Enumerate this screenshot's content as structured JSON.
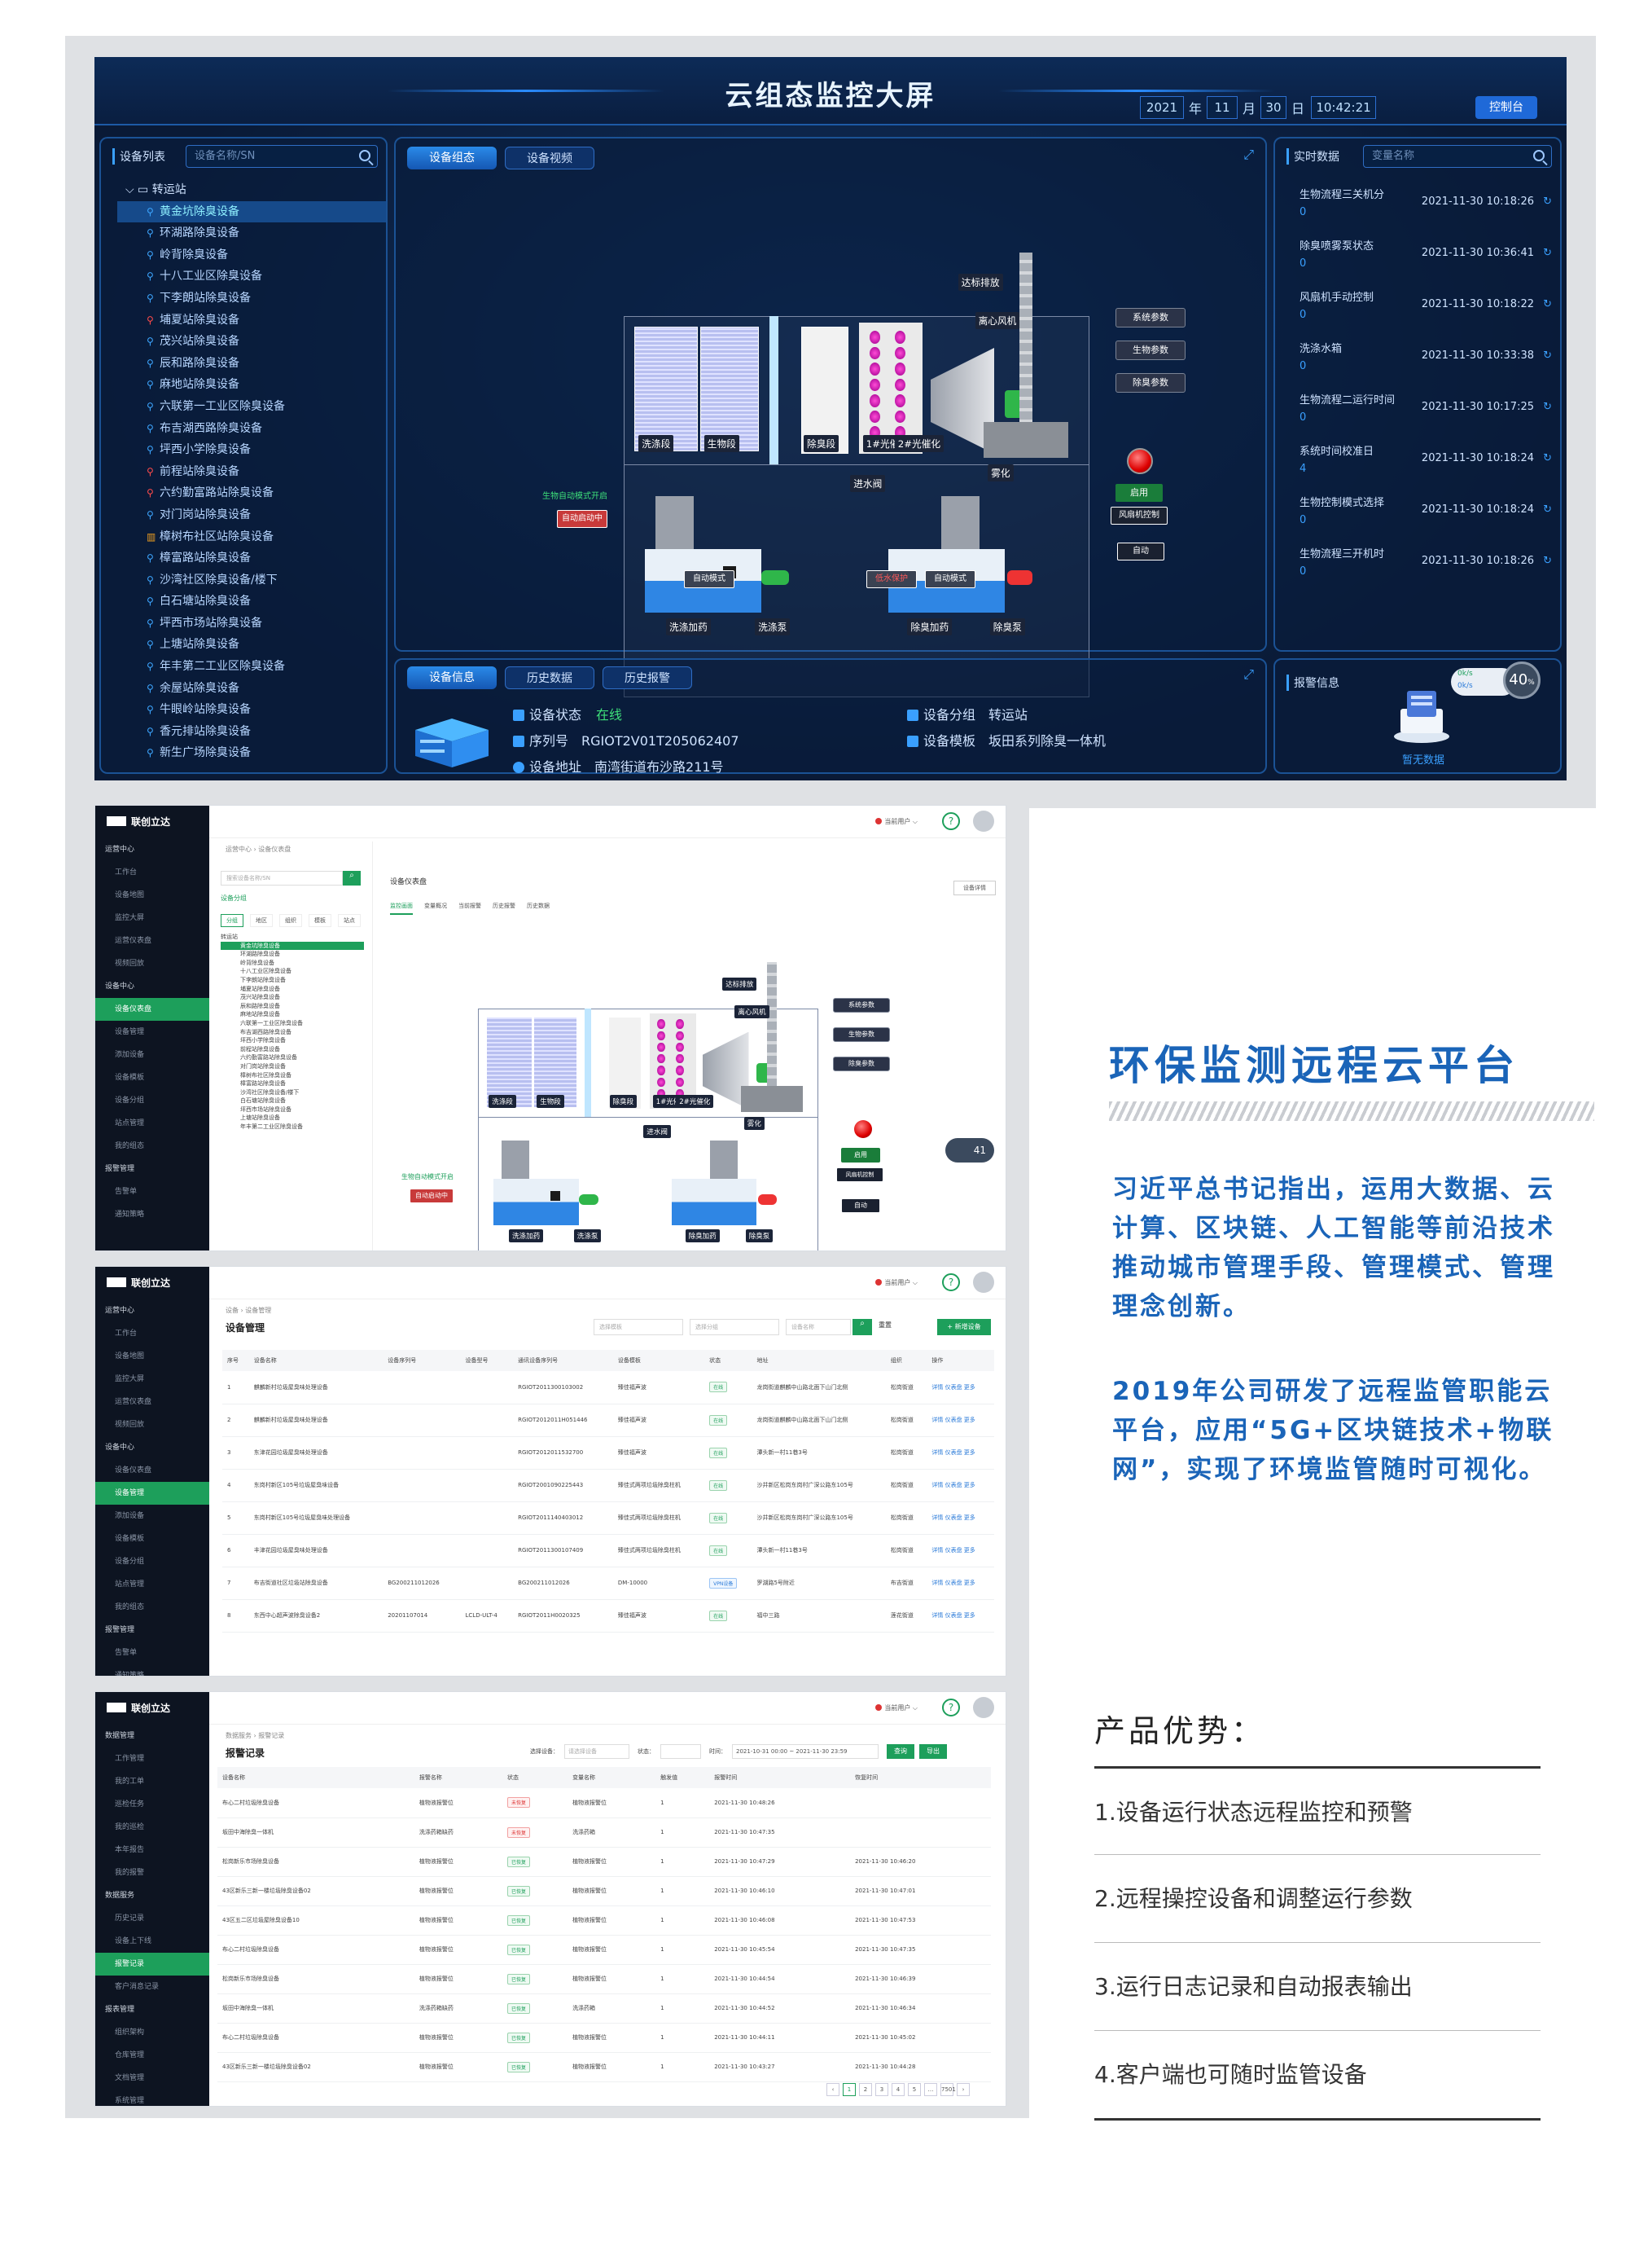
{
  "dashboard": {
    "title": "云组态监控大屏",
    "date": {
      "year": "2021",
      "year_unit": "年",
      "month": "11",
      "month_unit": "月",
      "day": "30",
      "day_unit": "日",
      "time": "10:42:21"
    },
    "control_btn": "控制台",
    "device_panel": {
      "title": "设备列表",
      "search_placeholder": "设备名称/SN",
      "root": "转运站",
      "items": [
        "黄金坑除臭设备",
        "环湖路除臭设备",
        "岭背除臭设备",
        "十八工业区除臭设备",
        "下李朗站除臭设备",
        "埔夏站除臭设备",
        "茂兴站除臭设备",
        "辰和路除臭设备",
        "麻地站除臭设备",
        "六联第一工业区除臭设备",
        "布吉湖西路除臭设备",
        "坪西小学除臭设备",
        "前程站除臭设备",
        "六约勤富路站除臭设备",
        "对门岗站除臭设备",
        "樟树布社区站除臭设备",
        "樟富路站除臭设备",
        "沙湾社区除臭设备/楼下",
        "白石塘站除臭设备",
        "坪西市场站除臭设备",
        "上塘站除臭设备",
        "年丰第二工业区除臭设备",
        "余屋站除臭设备",
        "牛眼岭站除臭设备",
        "香元排站除臭设备",
        "新生广场除臭设备"
      ]
    },
    "center_tabs": [
      "设备组态",
      "设备视频"
    ],
    "process": {
      "labels": [
        "洗涤段",
        "生物段",
        "除臭段",
        "1#光催化",
        "2#光催化",
        "达标排放",
        "离心风机",
        "进水阀",
        "雾化",
        "洗涤加药",
        "洗涤泵",
        "除臭加药",
        "除臭泵",
        "生物自动模式开启"
      ],
      "buttons": {
        "sys_param": "系统参数",
        "bio_param": "生物参数",
        "deodor_param": "除臭参数",
        "enable": "启用",
        "fan_ctrl": "风扇机控制",
        "auto": "自动",
        "auto_mode_1": "自动模式",
        "auto_mode_2": "自动模式",
        "stop_protect": "低水保护",
        "auto_start": "自动启动中"
      }
    },
    "realtime": {
      "title": "实时数据",
      "search_placeholder": "变量名称",
      "items": [
        {
          "name": "生物流程三关机分",
          "value": "0",
          "time": "2021-11-30 10:18:26"
        },
        {
          "name": "除臭喷雾泵状态",
          "value": "0",
          "time": "2021-11-30 10:36:41"
        },
        {
          "name": "风扇机手动控制",
          "value": "0",
          "time": "2021-11-30 10:18:22"
        },
        {
          "name": "洗涤水箱",
          "value": "0",
          "time": "2021-11-30 10:33:38"
        },
        {
          "name": "生物流程二运行时间",
          "value": "0",
          "time": "2021-11-30 10:17:25"
        },
        {
          "name": "系统时间校准日",
          "value": "4",
          "time": "2021-11-30 10:18:24"
        },
        {
          "name": "生物控制模式选择",
          "value": "0",
          "time": "2021-11-30 10:18:24"
        },
        {
          "name": "生物流程三开机时",
          "value": "0",
          "time": "2021-11-30 10:18:26"
        }
      ]
    },
    "info_tabs": [
      "设备信息",
      "历史数据",
      "历史报警"
    ],
    "info": {
      "status_label": "设备状态",
      "status": "在线",
      "sn_label": "序列号",
      "sn": "RGIOT2V01T205062407",
      "addr_label": "设备地址",
      "addr": "南湾街道布沙路211号",
      "group_label": "设备分组",
      "group": "转运站",
      "tpl_label": "设备模板",
      "tpl": "坂田系列除臭一体机"
    },
    "alarm": {
      "title": "报警信息",
      "empty": "暂无数据",
      "speed": "40",
      "speed_unit": "%",
      "net_up": "0k/s",
      "net_down": "0k/s"
    }
  },
  "shot1": {
    "brand": "联创立达",
    "crumb": "运营中心 › 设备仪表盘",
    "page": "设备仪表盘",
    "search": "搜索设备名称/SN",
    "group_tab": "设备分组",
    "filter_tabs": [
      "分组",
      "地区",
      "组织",
      "模板",
      "站点"
    ],
    "tabs": [
      "监控画面",
      "变量概况",
      "当前报警",
      "历史报警",
      "历史数据"
    ],
    "detail": "设备详情",
    "speed": "41",
    "menu": [
      "运营中心",
      "工作台",
      "设备地图",
      "监控大屏",
      "运营仪表盘",
      "视频回放",
      "设备中心",
      "设备仪表盘",
      "设备管理",
      "添加设备",
      "设备模板",
      "设备分组",
      "站点管理",
      "我的组态",
      "报警管理",
      "告警单",
      "通知策略"
    ],
    "tree_root": "转运站",
    "tree": [
      "黄金坑除臭设备",
      "环湖路除臭设备",
      "岭背除臭设备",
      "十八工业区除臭设备",
      "下李朗站除臭设备",
      "埔夏站除臭设备",
      "茂兴站除臭设备",
      "辰和路除臭设备",
      "麻地站除臭设备",
      "六联第一工业区除臭设备",
      "布吉湖西路除臭设备",
      "坪西小学除臭设备",
      "前程站除臭设备",
      "六约勤富路站除臭设备",
      "对门岗站除臭设备",
      "樟树布社区除臭设备",
      "樟富路站除臭设备",
      "沙湾社区除臭设备/楼下",
      "白石塘站除臭设备",
      "坪西市场站除臭设备",
      "上塘站除臭设备",
      "年丰第二工业区除臭设备"
    ]
  },
  "shot2": {
    "brand": "联创立达",
    "crumb": "设备 › 设备管理",
    "page": "设备管理",
    "filter1": "选择模板",
    "filter2": "选择分组",
    "filter3": "设备名称",
    "reset": "重置",
    "add": "+ 新增设备",
    "menu": [
      "运营中心",
      "工作台",
      "设备地图",
      "监控大屏",
      "运营仪表盘",
      "视频回放",
      "设备中心",
      "设备仪表盘",
      "设备管理",
      "添加设备",
      "设备模板",
      "设备分组",
      "站点管理",
      "我的组态",
      "报警管理",
      "告警单",
      "通知策略"
    ],
    "columns": [
      "序号",
      "设备名称",
      "设备序列号",
      "设备型号",
      "通讯设备序列号",
      "设备模板",
      "状态",
      "地址",
      "组织",
      "操作"
    ],
    "rows": [
      [
        "1",
        "麒麟新村垃圾屋臭味处理设备",
        "",
        "",
        "RGIOT2011300103002",
        "臻佳福声波",
        "在线",
        "龙岗街道麒麟中山路北面下山门北侧",
        "松岗街道",
        "详情 仪表盘 更多"
      ],
      [
        "2",
        "麒麟新村垃圾屋臭味处理设备",
        "",
        "",
        "RGIOT2012011H051446",
        "臻佳福声波",
        "在线",
        "龙岗街道麒麟中山路北面下山门北侧",
        "松岗街道",
        "详情 仪表盘 更多"
      ],
      [
        "3",
        "东津花园垃圾屋臭味处理设备",
        "",
        "",
        "RGIOT2012011532700",
        "臻佳福声波",
        "在线",
        "潭头新一村11巷3号",
        "松岗街道",
        "详情 仪表盘 更多"
      ],
      [
        "4",
        "东岗村新区105号垃圾屋臭味设备",
        "",
        "",
        "RGIOT2001090225443",
        "臻佳式两项垃圾除臭柱机",
        "在线",
        "沙井新区松岗东岗村广深公路东105号",
        "松岗街道",
        "详情 仪表盘 更多"
      ],
      [
        "5",
        "东岗村新区105号垃圾屋臭味处理设备",
        "",
        "",
        "RGIOT2011140403012",
        "臻佳式两项垃圾除臭柱机",
        "在线",
        "沙井新区松岗东岗村广深公路东105号",
        "松岗街道",
        "详情 仪表盘 更多"
      ],
      [
        "6",
        "丰津花园垃圾屋臭味处理设备",
        "",
        "",
        "RGIOT2011300107409",
        "臻佳式两项垃圾除臭柱机",
        "在线",
        "潭头新一村11巷3号",
        "松岗街道",
        "详情 仪表盘 更多"
      ],
      [
        "7",
        "布吉街道社区垃圾站除臭设备",
        "BG200211012026",
        "",
        "BG200211012026",
        "DM-10000",
        "VPN设备",
        "罗湖路5号附近",
        "布吉街道",
        "详情 仪表盘 更多"
      ],
      [
        "8",
        "东西中心超声波除臭设备2",
        "20201107014",
        "LCLD-ULT-4",
        "RGIOT2011H0020325",
        "臻佳福声波",
        "在线",
        "福中三路",
        "莲花街道",
        "详情 仪表盘 更多"
      ]
    ]
  },
  "shot3": {
    "brand": "联创立达",
    "crumb": "数据服务 › 报警记录",
    "page": "报警记录",
    "f_dev": "选择设备：",
    "f_dev_ph": "请选择设备",
    "f_state": "状态：",
    "f_time": "时间：",
    "f_t1": "2021-10-31 00:00",
    "f_t2": "2021-11-30 23:59",
    "query": "查询",
    "export": "导出",
    "menu": [
      "数据管理",
      "工作管理",
      "我的工单",
      "巡检任务",
      "我的巡检",
      "本年报告",
      "我的报警",
      "数据服务",
      "历史记录",
      "设备上下线",
      "报警记录",
      "客户消息记录",
      "报表管理",
      "组织架构",
      "仓库管理",
      "文档管理",
      "系统管理"
    ],
    "columns": [
      "设备名称",
      "报警名称",
      "状态",
      "变量名称",
      "触发值",
      "报警时间",
      "恢复时间"
    ],
    "rows": [
      [
        "布心二村垃圾除臭设备",
        "植物液报警位",
        "未恢复",
        "植物液报警位",
        "1",
        "2021-11-30 10:48:26",
        ""
      ],
      [
        "坂田中海除臭一体机",
        "洗涤药箱缺药",
        "未恢复",
        "洗涤药箱",
        "1",
        "2021-11-30 10:47:35",
        ""
      ],
      [
        "松岗新乐市场除臭设备",
        "植物液报警位",
        "已恢复",
        "植物液报警位",
        "1",
        "2021-11-30 10:47:29",
        "2021-11-30 10:46:20"
      ],
      [
        "43区新乐三新一楼垃圾除臭设备02",
        "植物液报警位",
        "已恢复",
        "植物液报警位",
        "1",
        "2021-11-30 10:46:10",
        "2021-11-30 10:47:01"
      ],
      [
        "43区五二区垃圾屋除臭设备10",
        "植物液报警位",
        "已恢复",
        "植物液报警位",
        "1",
        "2021-11-30 10:46:08",
        "2021-11-30 10:47:53"
      ],
      [
        "布心二村垃圾除臭设备",
        "植物液报警位",
        "已恢复",
        "植物液报警位",
        "1",
        "2021-11-30 10:45:54",
        "2021-11-30 10:47:35"
      ],
      [
        "松岗新乐市场除臭设备",
        "植物液报警位",
        "已恢复",
        "植物液报警位",
        "1",
        "2021-11-30 10:44:54",
        "2021-11-30 10:46:39"
      ],
      [
        "坂田中海除臭一体机",
        "洗涤药箱缺药",
        "已恢复",
        "洗涤药箱",
        "1",
        "2021-11-30 10:44:52",
        "2021-11-30 10:46:34"
      ],
      [
        "布心二村垃圾除臭设备",
        "植物液报警位",
        "已恢复",
        "植物液报警位",
        "1",
        "2021-11-30 10:44:11",
        "2021-11-30 10:45:02"
      ],
      [
        "43区新乐三新一楼垃圾除臭设备02",
        "植物液报警位",
        "已恢复",
        "植物液报警位",
        "1",
        "2021-11-30 10:43:27",
        "2021-11-30 10:44:28"
      ]
    ],
    "pages": [
      "‹",
      "1",
      "2",
      "3",
      "4",
      "5",
      "…",
      "7501",
      "›"
    ]
  },
  "right": {
    "title": "环保监测远程云平台",
    "para1": "习近平总书记指出，运用大数据、云计算、区块链、人工智能等前沿技术推动城市管理手段、管理模式、管理理念创新。",
    "para2": "2019年公司研发了远程监管职能云平台，应用“5G+区块链技术+物联网”，实现了环境监管随时可视化。",
    "adv_title": "产品优势：",
    "adv": [
      "1.设备运行状态远程监控和预警",
      "2.远程操控设备和调整运行参数",
      "3.运行日志记录和自动报表输出",
      "4.客户端也可随时监管设备"
    ]
  },
  "colors": {
    "brand_blue": "#1a64b8",
    "dash_bg": "#0b1c3a",
    "accent_green": "#1d9f5b"
  }
}
